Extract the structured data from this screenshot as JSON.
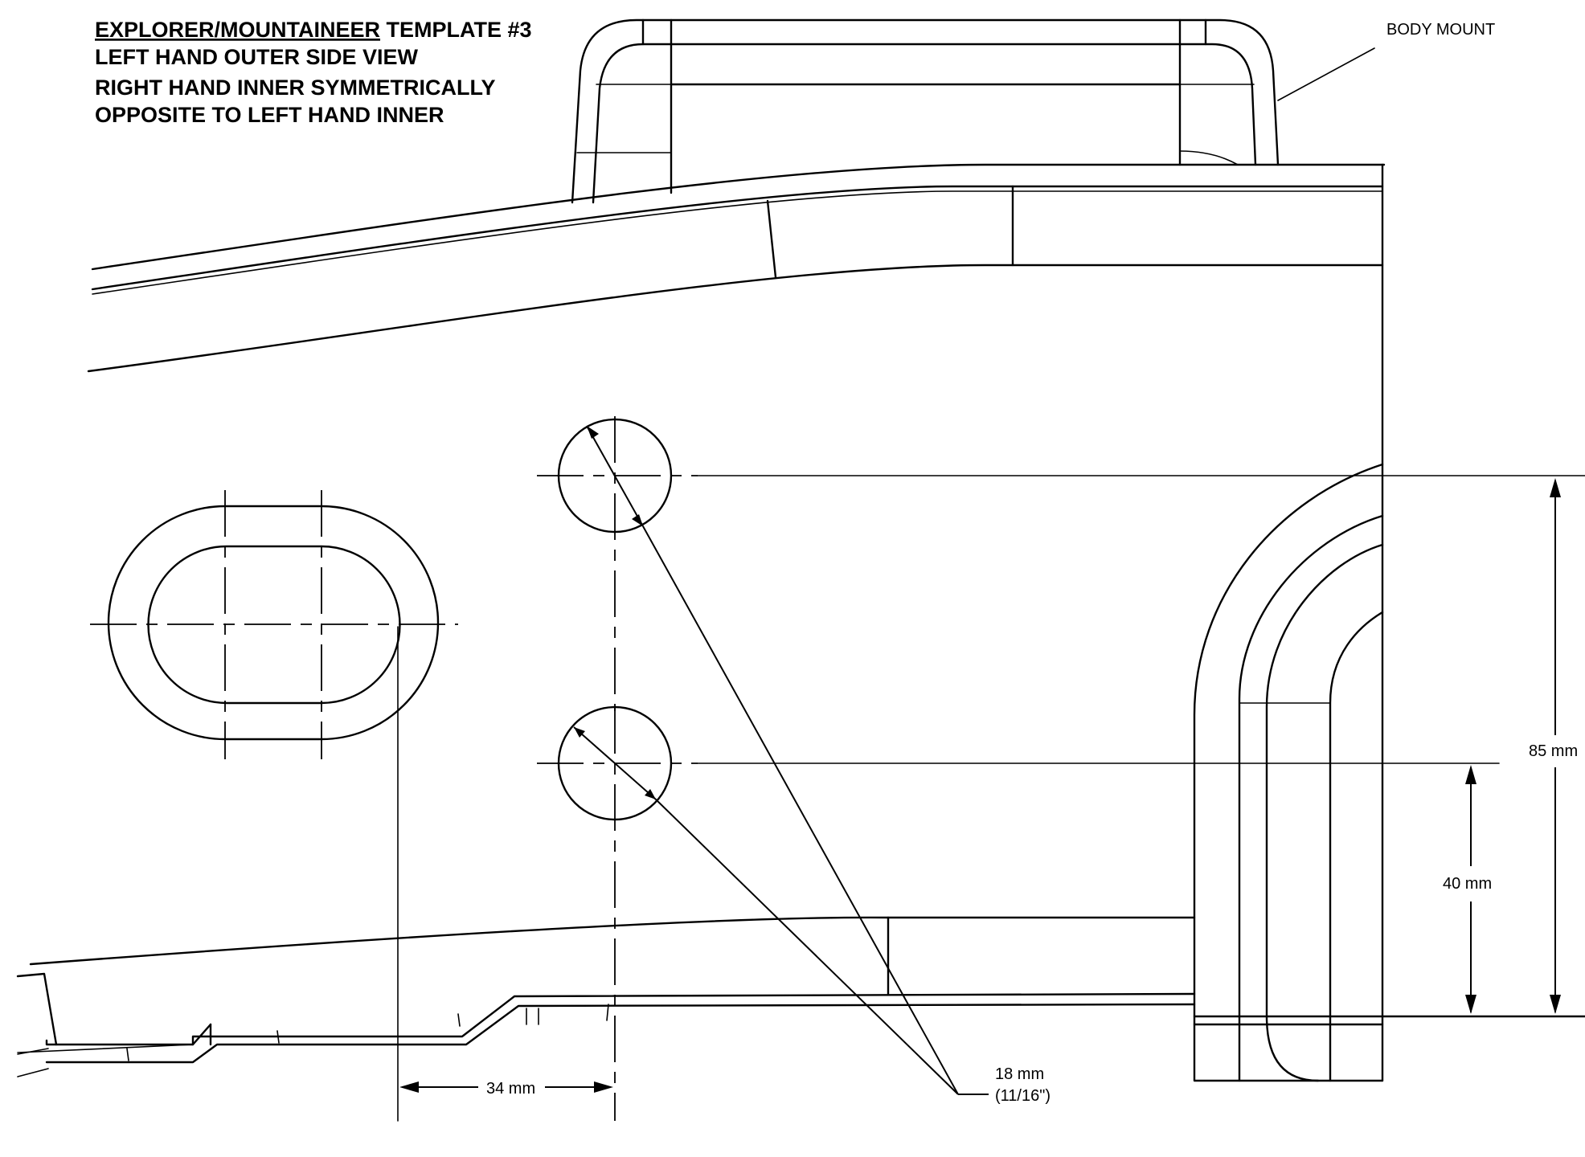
{
  "title": {
    "underlined": "EXPLORER/MOUNTAINEER",
    "rest": " TEMPLATE #3",
    "line2": "LEFT HAND OUTER SIDE VIEW",
    "line3": "RIGHT HAND INNER SYMMETRICALLY",
    "line4": "OPPOSITE TO LEFT HAND INNER"
  },
  "labels": {
    "body_mount": "BODY MOUNT",
    "dim_85": "85 mm",
    "dim_40": "40 mm",
    "dim_34": "34 mm",
    "hole_dia_mm": "18 mm",
    "hole_dia_in": "(11/16\")"
  }
}
